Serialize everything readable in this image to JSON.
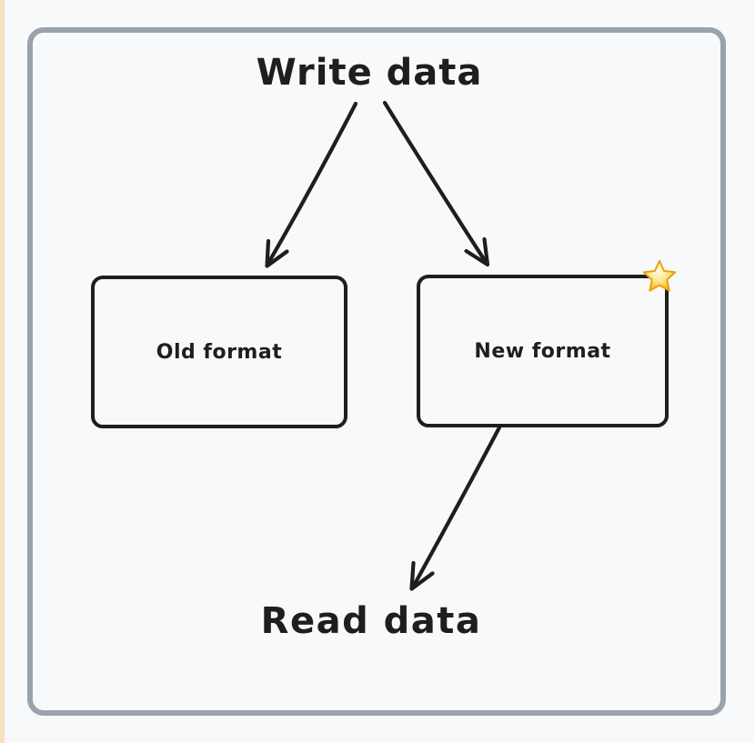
{
  "colors": {
    "ink": "#1e1e1e",
    "canvas_background": "#f8f9fb",
    "frame_border": "#9aa2ad",
    "page_edge_stripe": "#f6e2bd",
    "star_light": "#fffbe0",
    "star_gold": "#fbbf24",
    "star_deep": "#f59e0b",
    "star_outline": "#ed9d0e"
  },
  "diagram": {
    "write_label": "Write data",
    "read_label": "Read data",
    "old_node": {
      "label": "Old format"
    },
    "new_node": {
      "label": "New format",
      "badge_icon": "star-icon"
    },
    "arrows": [
      {
        "from": "write-data",
        "to": "old-format"
      },
      {
        "from": "write-data",
        "to": "new-format"
      },
      {
        "from": "new-format",
        "to": "read-data"
      }
    ]
  }
}
